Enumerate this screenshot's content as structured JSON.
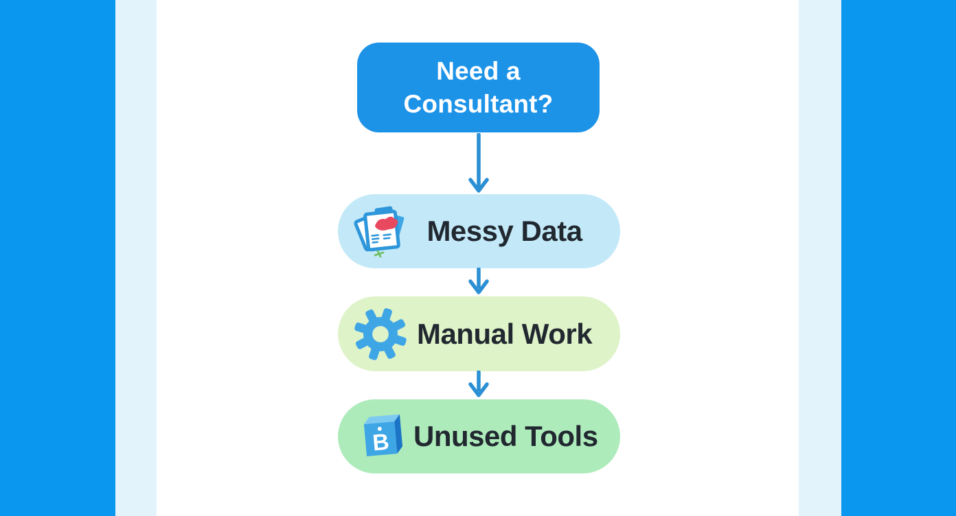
{
  "palette": {
    "arrow_color": "#2B8FD4",
    "text_dark": "#212830",
    "icon_blue": "#3FA6E6",
    "icon_blue_dark": "#1B74C6",
    "icon_blue_light": "#7CC9F2",
    "icon_outline_blue": "#2E96DA",
    "icon_red": "#E8495F",
    "icon_green": "#6FBF5E",
    "white": "#FFFFFF"
  },
  "frame": {
    "background": "#FFFFFF",
    "bar_color": "#0A97F0",
    "strip_color": "#E3F3FB"
  },
  "flowchart": {
    "title_box": {
      "label": "Need a Consultant?",
      "bg": "#1D93E8",
      "text_color": "#FFFFFF"
    },
    "steps": [
      {
        "label": "Messy Data",
        "bg": "#C3E9F8",
        "icon": "messy-documents-icon"
      },
      {
        "label": "Manual Work",
        "bg": "#DFF3C9",
        "icon": "gear-icon"
      },
      {
        "label": "Unused Tools",
        "bg": "#AEEBBB",
        "icon": "cube-3d-icon"
      }
    ]
  }
}
